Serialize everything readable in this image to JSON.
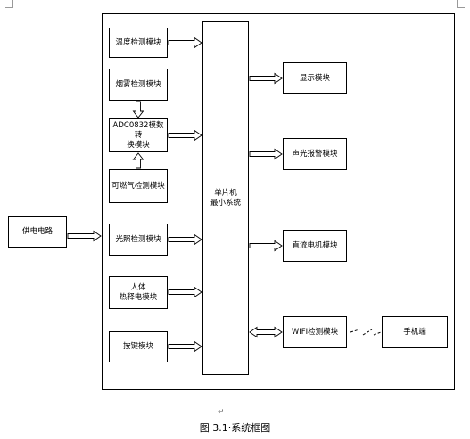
{
  "diagram": {
    "modules": {
      "temperature": "温度检测模块",
      "smoke": "烟雾检测模块",
      "adc": "ADC0832模数转\n换模块",
      "gas": "可燃气检测模块",
      "light": "光照检测模块",
      "human": "人体\n热释电模块",
      "keys": "按键模块",
      "mcu": "单片机\n最小系统",
      "display": "显示模块",
      "alarm": "声光报警模块",
      "motor": "直流电机模块",
      "wifi": "WIFI检测模块",
      "phone": "手机端",
      "power": "供电电路"
    },
    "caption": "图 3.1·系统框图",
    "return_mark": "↵"
  }
}
